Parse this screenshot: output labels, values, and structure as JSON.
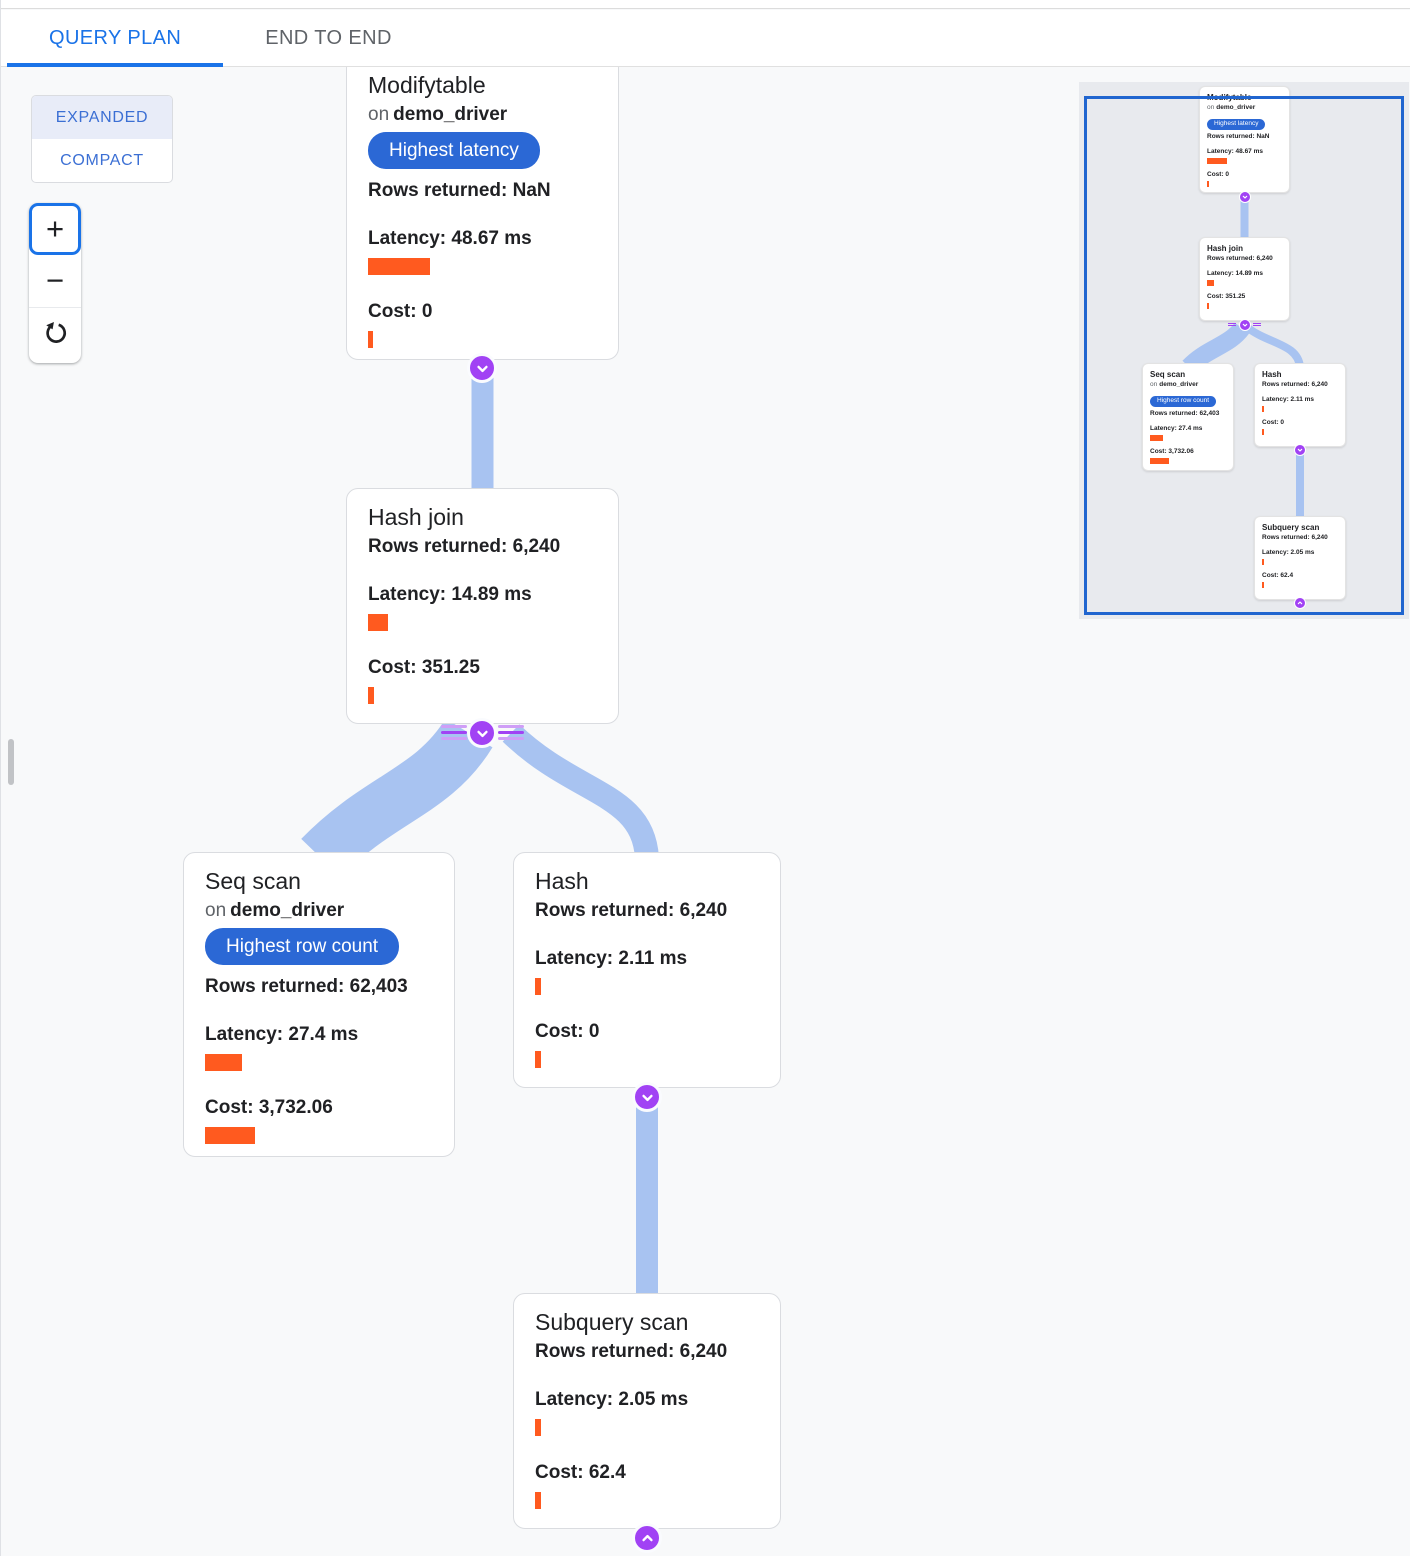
{
  "tabs": {
    "query_plan": "QUERY PLAN",
    "end_to_end": "END TO END"
  },
  "view_toggle": {
    "expanded": "EXPANDED",
    "compact": "COMPACT"
  },
  "zoom_controls": {
    "zoom_in": "+",
    "zoom_out": "−"
  },
  "nodes": {
    "modifytable": {
      "title": "Modifytable",
      "on": "on",
      "table": "demo_driver",
      "badge": "Highest latency",
      "rows": "Rows returned: NaN",
      "latency": "Latency: 48.67 ms",
      "cost": "Cost: 0"
    },
    "hash_join": {
      "title": "Hash join",
      "rows": "Rows returned: 6,240",
      "latency": "Latency: 14.89 ms",
      "cost": "Cost: 351.25"
    },
    "seq_scan": {
      "title": "Seq scan",
      "on": "on",
      "table": "demo_driver",
      "badge": "Highest row count",
      "rows": "Rows returned: 62,403",
      "latency": "Latency: 27.4 ms",
      "cost": "Cost: 3,732.06"
    },
    "hash": {
      "title": "Hash",
      "rows": "Rows returned: 6,240",
      "latency": "Latency: 2.11 ms",
      "cost": "Cost: 0"
    },
    "subquery_scan": {
      "title": "Subquery scan",
      "rows": "Rows returned: 6,240",
      "latency": "Latency: 2.05 ms",
      "cost": "Cost: 62.4"
    }
  },
  "colors": {
    "accent_blue": "#1a73e8",
    "badge_blue": "#2b68d5",
    "metric_orange": "#ff5a1f",
    "connector_purple": "#a142f4",
    "edge_blue": "#a8c3f1",
    "minimap_viewport_blue": "#2065cf"
  }
}
